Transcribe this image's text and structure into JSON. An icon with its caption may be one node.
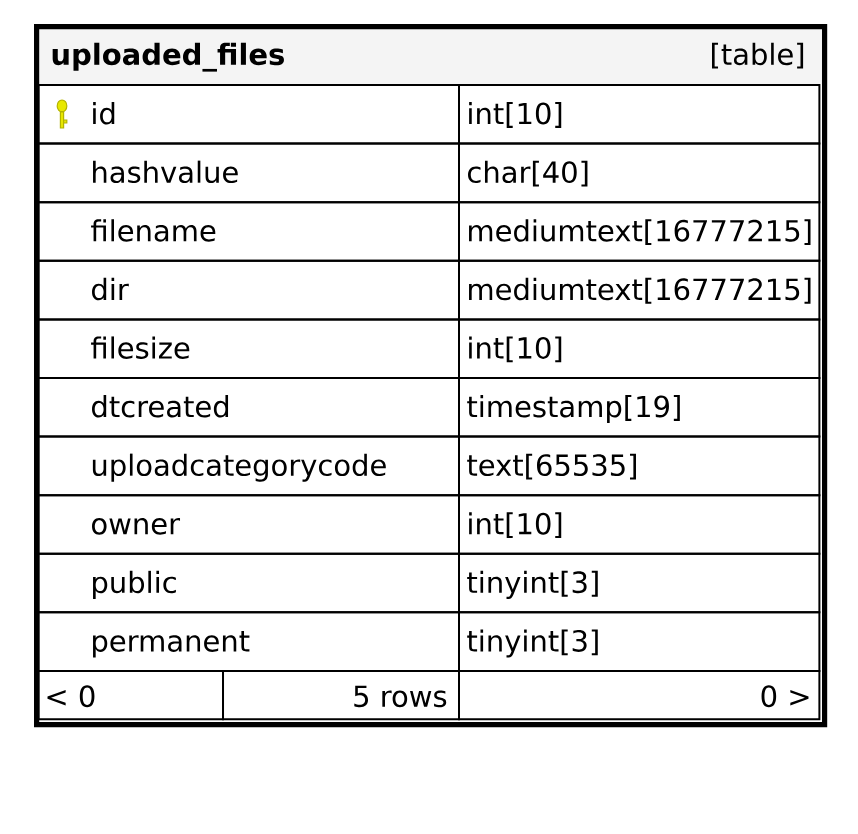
{
  "diagram": {
    "nodes": [
      {
        "text": [
          "uploaded_files",
          "[table]"
        ]
      },
      {
        "text": [
          "id"
        ],
        "in": 0
      },
      {
        "text": [
          "int[10]"
        ],
        "in": 0
      },
      {
        "text": [
          "hashvalue"
        ],
        "in": 0
      },
      {
        "text": [
          "char[40]"
        ],
        "in": 0
      },
      {
        "text": [
          "filename"
        ],
        "in": 0
      },
      {
        "text": [
          "mediumtext[16777215]"
        ],
        "in": 0
      },
      {
        "text": [
          "dir"
        ],
        "in": 0
      },
      {
        "text": [
          "mediumtext[16777215]"
        ],
        "in": 0
      },
      {
        "text": [
          "filesize"
        ],
        "in": 0
      },
      {
        "text": [
          "int[10]"
        ],
        "in": 0
      },
      {
        "text": [
          "dtcreated"
        ],
        "in": 0
      },
      {
        "text": [
          "timestamp[19]"
        ],
        "in": 0
      },
      {
        "text": [
          "uploadcategorycode"
        ],
        "in": 0
      },
      {
        "text": [
          "text[65535]"
        ],
        "in": 0
      },
      {
        "text": [
          "owner"
        ],
        "in": 0
      },
      {
        "text": [
          "int[10]"
        ],
        "in": 0
      },
      {
        "text": [
          "public"
        ],
        "in": 0
      },
      {
        "text": [
          "tinyint[3]"
        ],
        "in": 0
      },
      {
        "text": [
          "permanent"
        ],
        "in": 0
      },
      {
        "text": [
          "tinyint[3]"
        ],
        "in": 0
      },
      {
        "text": [
          "< 0"
        ],
        "in": 0
      },
      {
        "text": [
          "5 rows"
        ],
        "in": 0
      },
      {
        "text": [
          "0 >"
        ],
        "in": 0
      }
    ]
  }
}
